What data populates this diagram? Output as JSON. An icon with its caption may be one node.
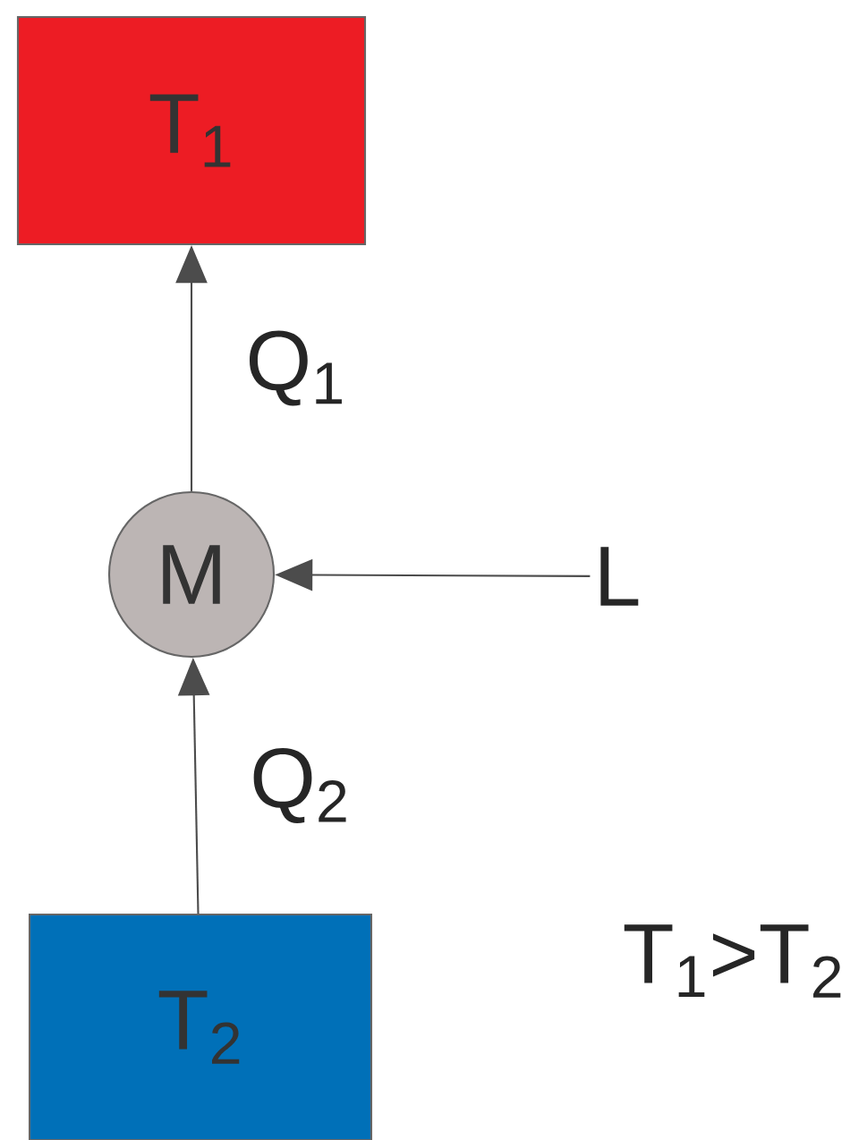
{
  "diagram": {
    "nodes": [
      {
        "text": [
          "T$_{1}$"
        ]
      },
      {
        "text": [
          "M"
        ]
      },
      {
        "text": [
          "L"
        ]
      },
      {
        "text": [
          "T$_{2}$"
        ]
      }
    ],
    "edges": [
      {
        "from": 1,
        "to": 0,
        "arrow": "to",
        "label": "Q$_{1}$"
      },
      {
        "from": 2,
        "to": 1,
        "arrow": "to"
      },
      {
        "from": 3,
        "to": 1,
        "arrow": "to",
        "label": "Q$_{2}$"
      }
    ],
    "labels": [
      "T$_{1}$>T$_{2}$"
    ]
  }
}
